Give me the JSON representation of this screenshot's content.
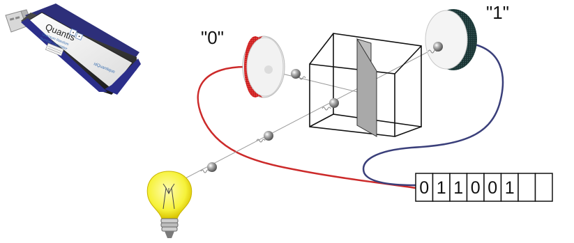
{
  "device": {
    "brand": "Quantis",
    "subtitle_line1": "Quantum Random",
    "subtitle_line2": "Number Generator",
    "maker": "idQuantique"
  },
  "detectors": {
    "zero_label": "\"0\"",
    "one_label": "\"1\""
  },
  "register": {
    "bits": [
      "0",
      "1",
      "1",
      "0",
      "0",
      "1",
      "",
      ""
    ]
  },
  "colors": {
    "zero_detector": "#cc2222",
    "one_detector": "#1f3b3b",
    "zero_cable": "#cc2a2a",
    "one_cable": "#3a3f7a",
    "bulb": "#f6f23a"
  },
  "icons": {
    "light_source": "lightbulb-icon",
    "photon": "photon-icon",
    "beam_splitter": "beam-splitter-cube-icon",
    "usb_device": "usb-device-icon"
  }
}
